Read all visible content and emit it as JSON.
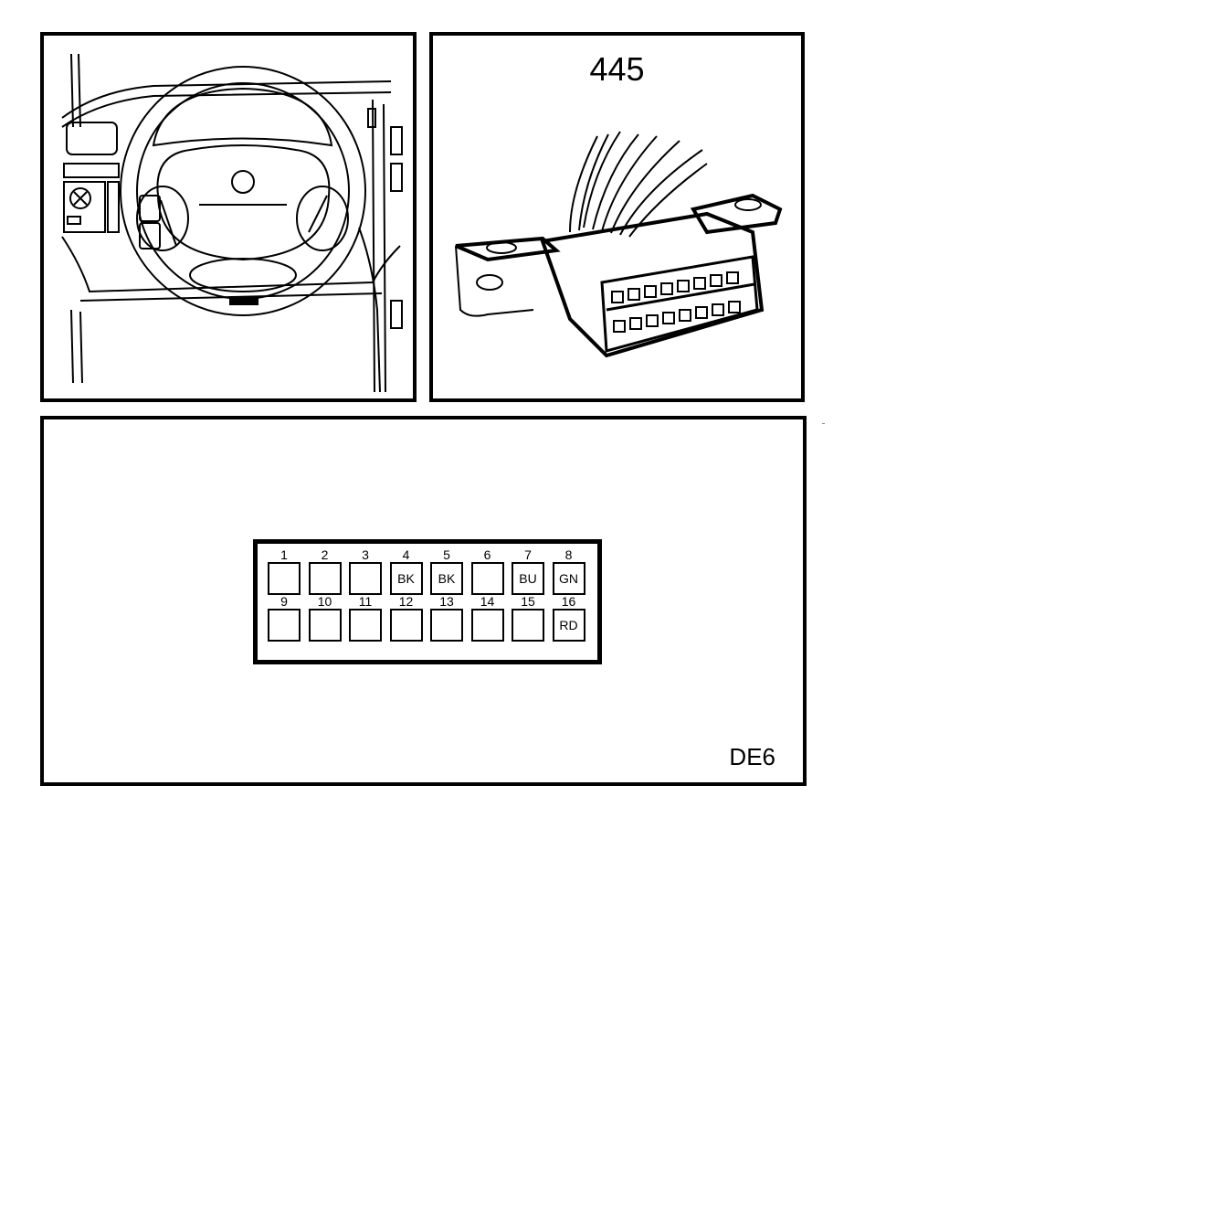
{
  "diagram": {
    "component_number": "445",
    "figure_code": "DE6",
    "pins": [
      {
        "number": "1",
        "wire": ""
      },
      {
        "number": "2",
        "wire": ""
      },
      {
        "number": "3",
        "wire": ""
      },
      {
        "number": "4",
        "wire": "BK"
      },
      {
        "number": "5",
        "wire": "BK"
      },
      {
        "number": "6",
        "wire": ""
      },
      {
        "number": "7",
        "wire": "BU"
      },
      {
        "number": "8",
        "wire": "GN"
      },
      {
        "number": "9",
        "wire": ""
      },
      {
        "number": "10",
        "wire": ""
      },
      {
        "number": "11",
        "wire": ""
      },
      {
        "number": "12",
        "wire": ""
      },
      {
        "number": "13",
        "wire": ""
      },
      {
        "number": "14",
        "wire": ""
      },
      {
        "number": "15",
        "wire": ""
      },
      {
        "number": "16",
        "wire": "RD"
      }
    ]
  },
  "icons": {
    "location": "dashboard-steering-wheel-illustration",
    "connector": "obd-connector-illustration"
  }
}
